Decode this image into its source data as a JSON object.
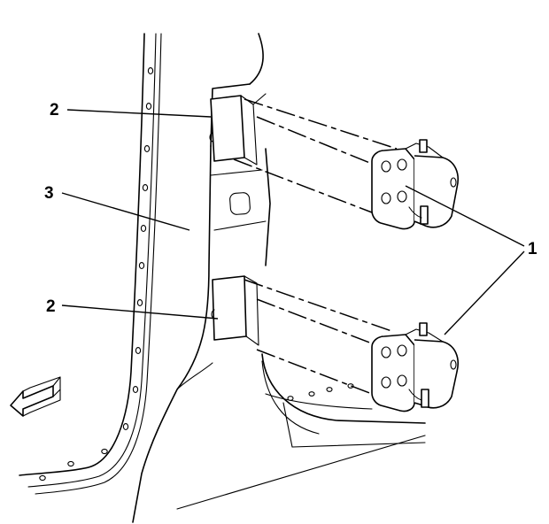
{
  "callouts": {
    "hinge_label": "1",
    "upper_pocket_label": "2",
    "lower_pocket_label": "2",
    "pillar_label": "3"
  },
  "icons": {
    "direction_arrow": "front-direction-arrow-icon"
  },
  "colors": {
    "ink": "#000000",
    "paper": "#ffffff"
  }
}
